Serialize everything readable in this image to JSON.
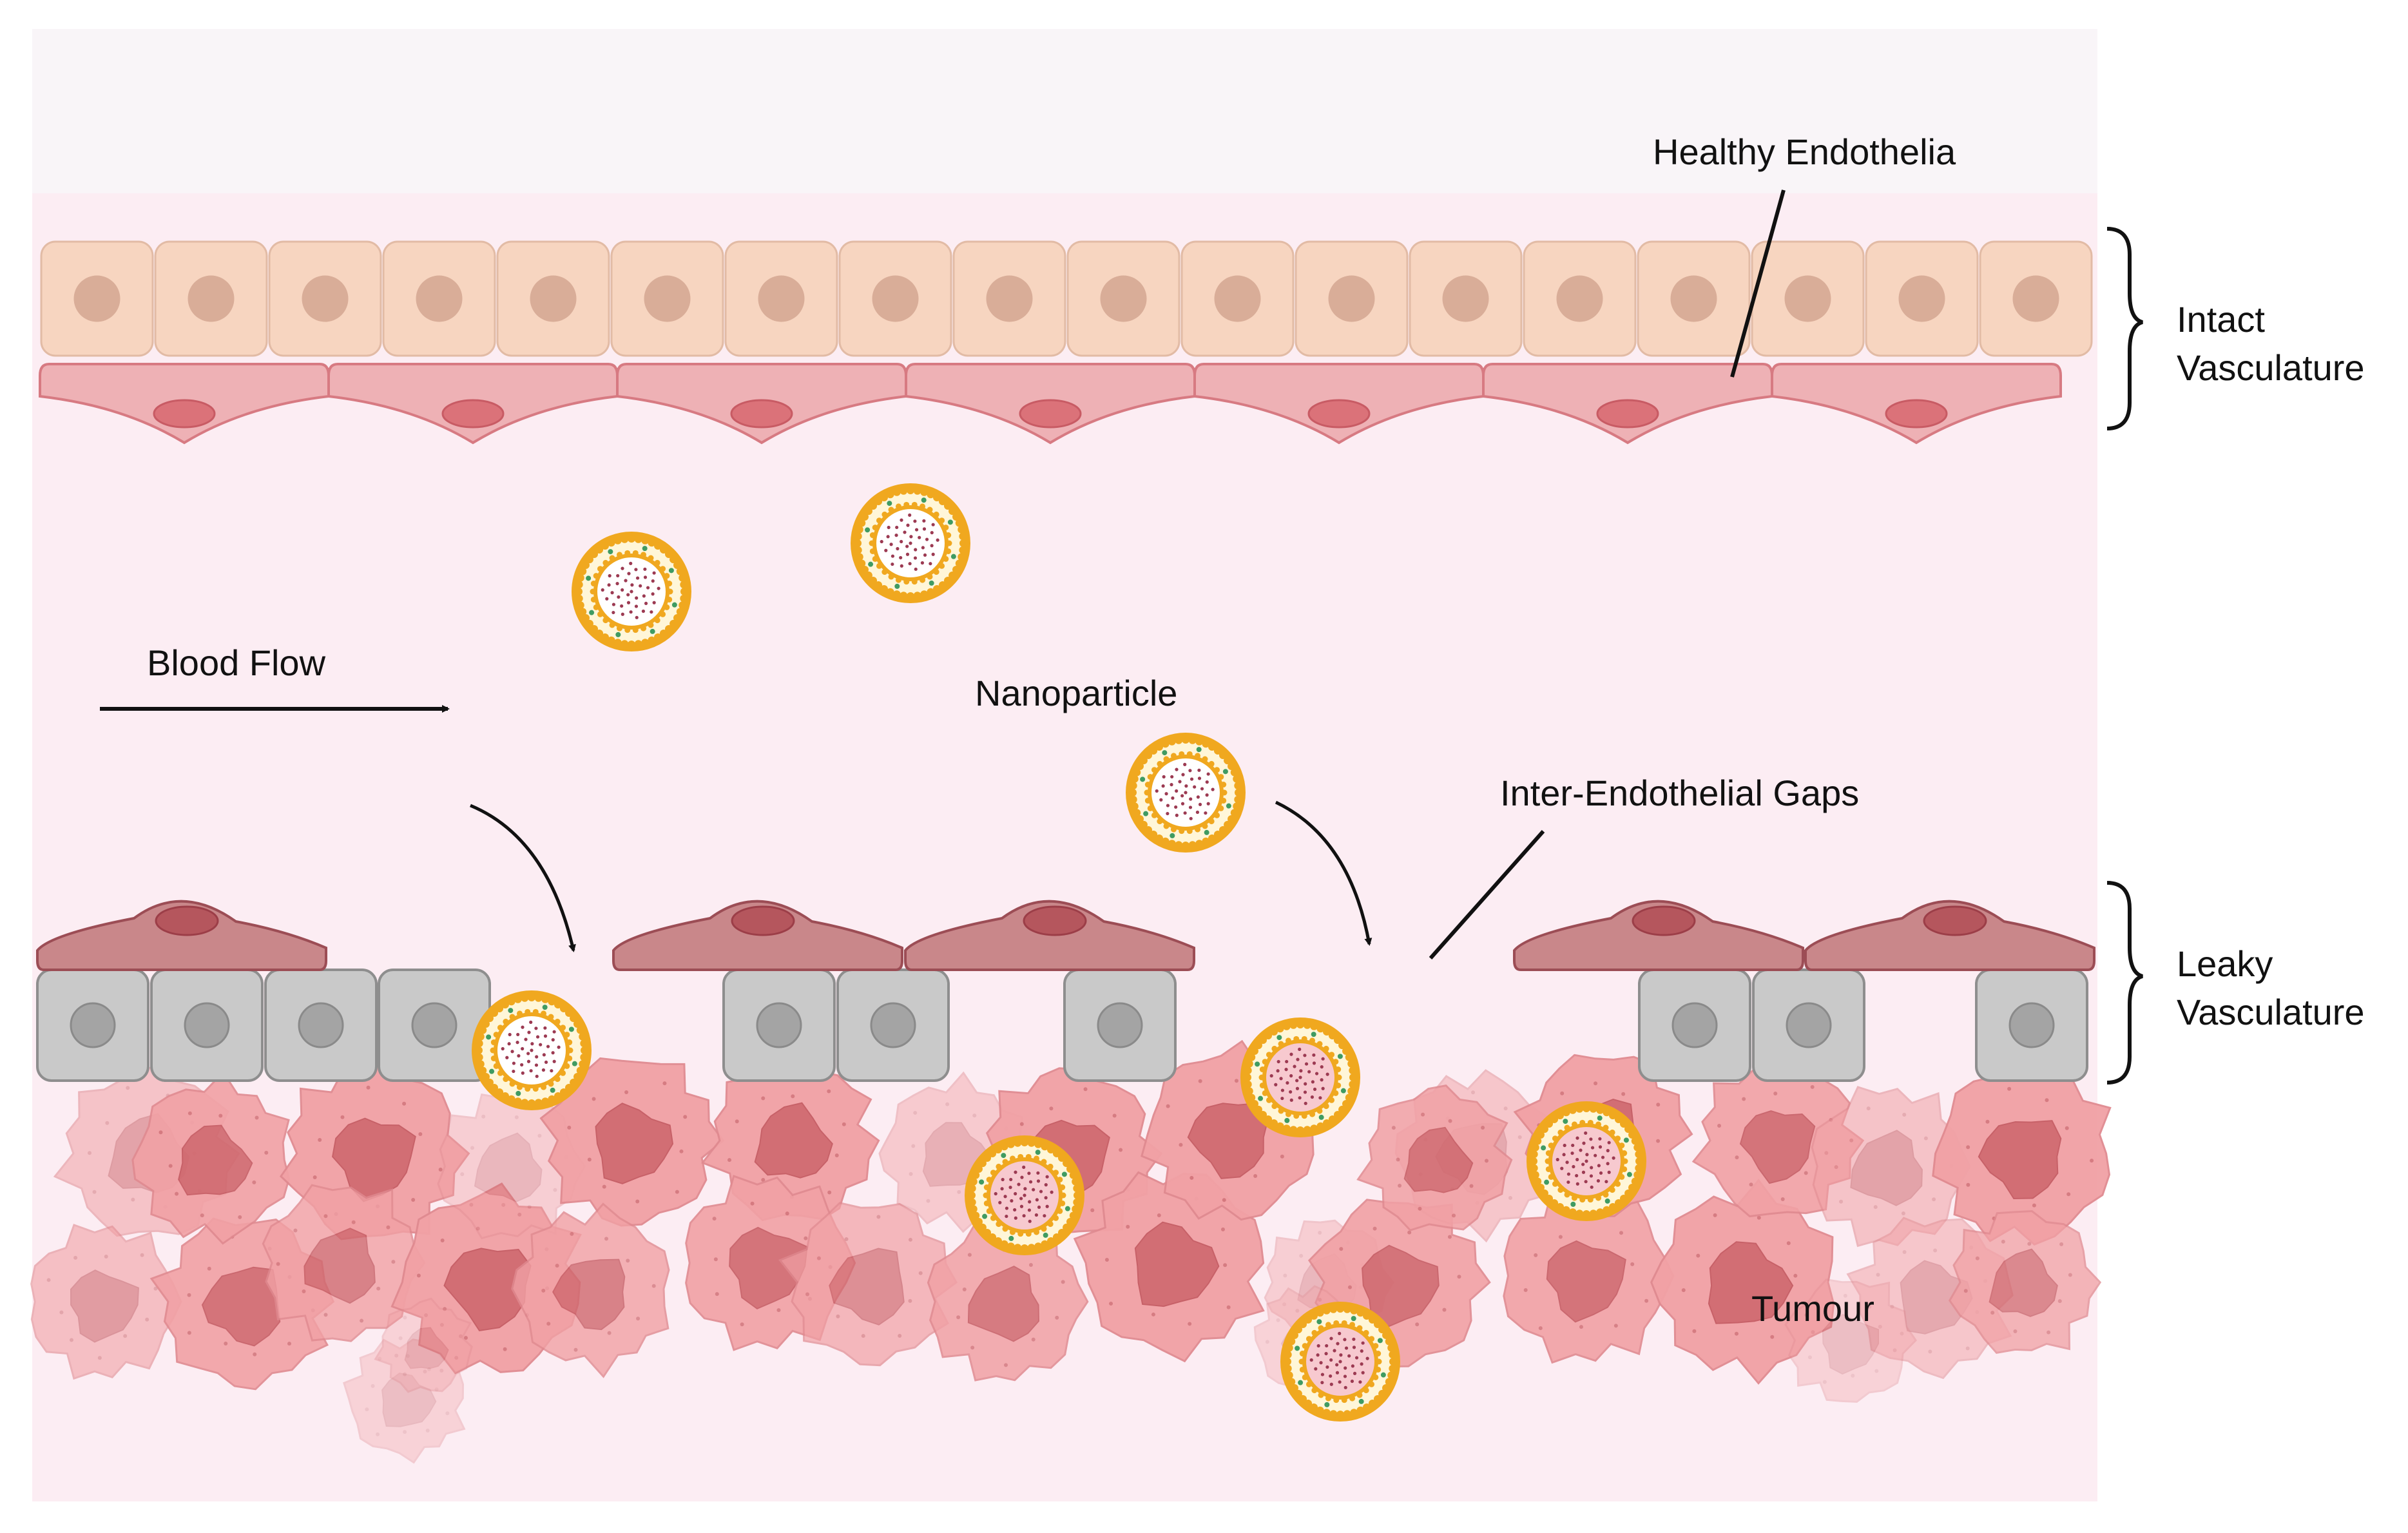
{
  "labels": {
    "healthy_endothelia": "Healthy Endothelia",
    "intact_vasculature_line1": "Intact",
    "intact_vasculature_line2": "Vasculature",
    "blood_flow": "Blood Flow",
    "nanoparticle": "Nanoparticle",
    "inter_endothelial_gaps": "Inter-Endothelial Gaps",
    "leaky_vasculature_line1": "Leaky",
    "leaky_vasculature_line2": "Vasculature",
    "tumour": "Tumour"
  },
  "colors": {
    "vessel_background": "#fcedf3",
    "top_margin": "#f9f5f8",
    "healthy_cell": "#f7d5c0",
    "healthy_cell_nucleus": "#d9ad98",
    "intact_endothelial": "#eeb1b5",
    "intact_endothelial_nucleus": "#db7279",
    "leaky_endothelial": "#c9878a",
    "leaky_endothelial_nucleus": "#b5565d",
    "grey_cell": "#c9c9c9",
    "grey_cell_nucleus": "#a4a4a4",
    "tumour_cell": "#f1a1a5",
    "tumour_nucleus": "#d0686e",
    "nanoparticle_shell": "#f0a81f",
    "nanoparticle_core": "#ffffff",
    "nanoparticle_cargo": "#9c3a52"
  },
  "icons": [
    "blood-flow-arrow",
    "curved-arrow",
    "curly-brace",
    "nanoparticle-liposome",
    "tumour-cell"
  ]
}
